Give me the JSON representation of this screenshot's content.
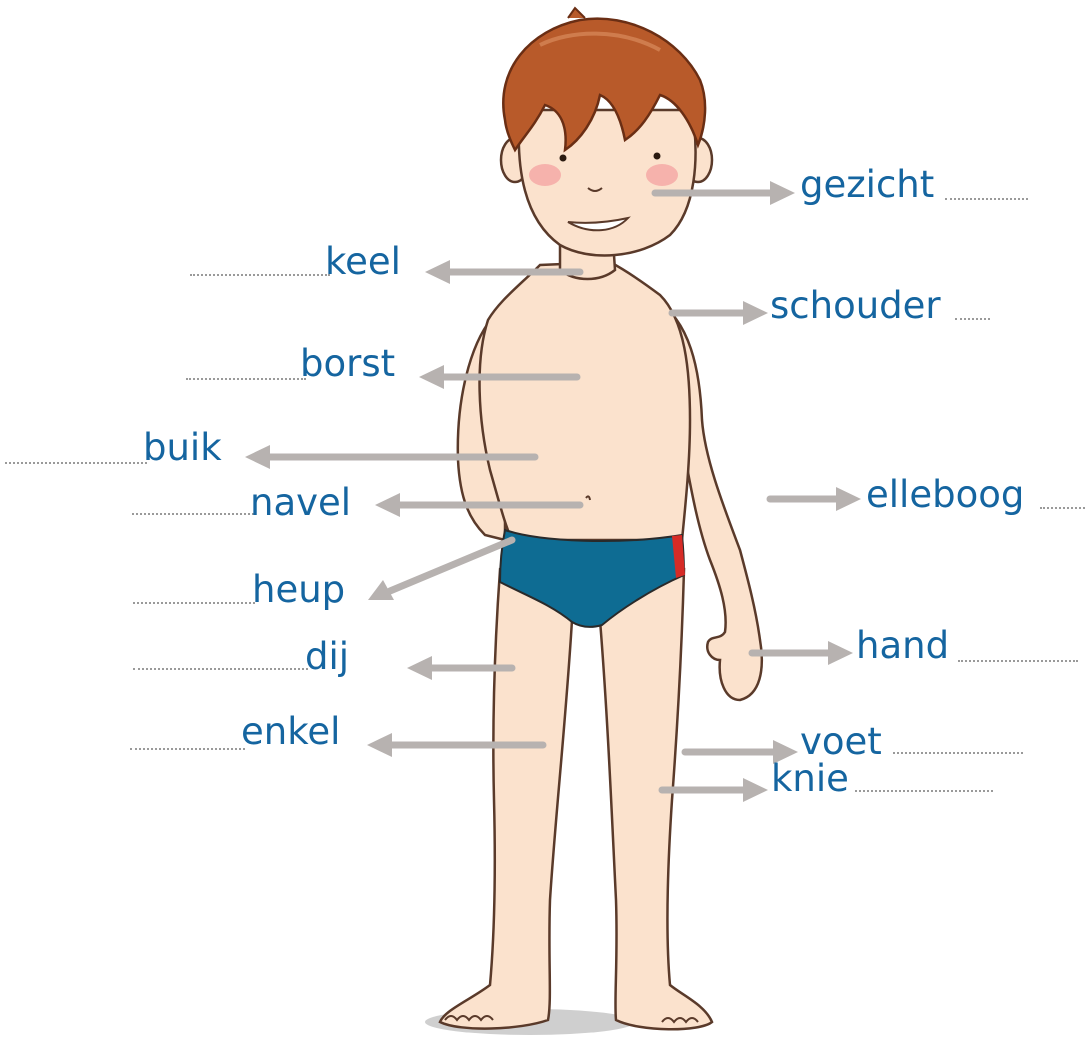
{
  "colors": {
    "label": "#1565a0",
    "arrow": "#b7b2b0",
    "skin": "#fbe2cd",
    "skin_outline": "#5a3a2a",
    "hair": "#b85a2a",
    "swimsuit": "#0e6c93",
    "swimsuit_stripe": "#d62b26"
  },
  "labels": {
    "gezicht": "gezicht",
    "keel": "keel",
    "schouder": "schouder",
    "borst": "borst",
    "buik": "buik",
    "elleboog": "elleboog",
    "navel": "navel",
    "heup": "heup",
    "dij": "dij",
    "hand": "hand",
    "knie": "knie",
    "enkel": "enkel",
    "voet": "voet"
  }
}
